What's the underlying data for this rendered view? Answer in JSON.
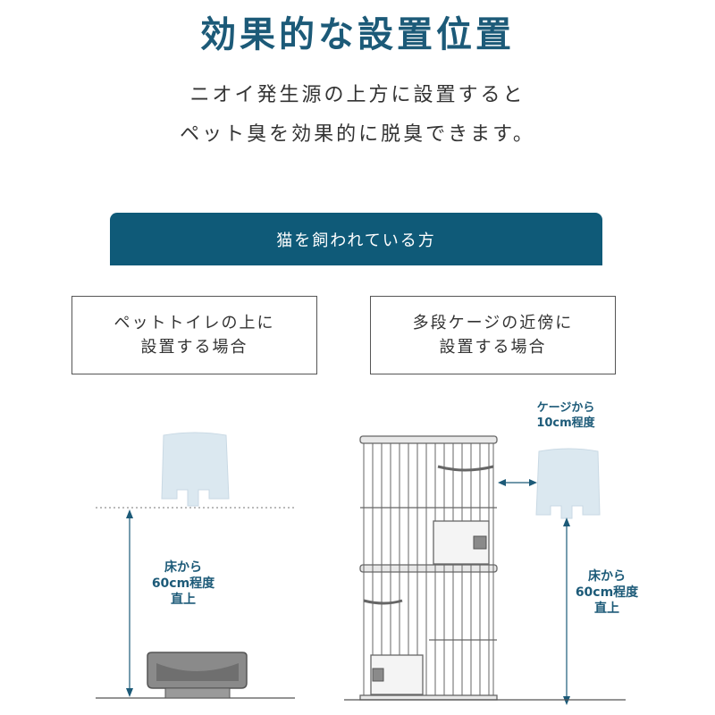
{
  "title": "効果的な設置位置",
  "lead": [
    "ニオイ発生源の上方に設置すると",
    "ペット臭を効果的に脱臭できます。"
  ],
  "banner": "猫を飼われている方",
  "cases": {
    "left": {
      "lines": [
        "ペットトイレの上に",
        "設置する場合"
      ]
    },
    "right": {
      "lines": [
        "多段ケージの近傍に",
        "設置する場合"
      ]
    }
  },
  "notes": {
    "left_height": [
      "床から",
      "60cm程度",
      "直上"
    ],
    "right_distance": [
      "ケージから",
      "10cm程度"
    ],
    "right_height": [
      "床から",
      "60cm程度",
      "直上"
    ]
  },
  "colors": {
    "brand": "#0f5a78",
    "accent_text": "#1c5a78",
    "device_fill": "#dbe8f0",
    "line": "#666666"
  },
  "icons": [
    "purifier-device-icon",
    "cat-litter-box-icon",
    "multi-tier-cage-icon",
    "double-arrow-icon"
  ]
}
